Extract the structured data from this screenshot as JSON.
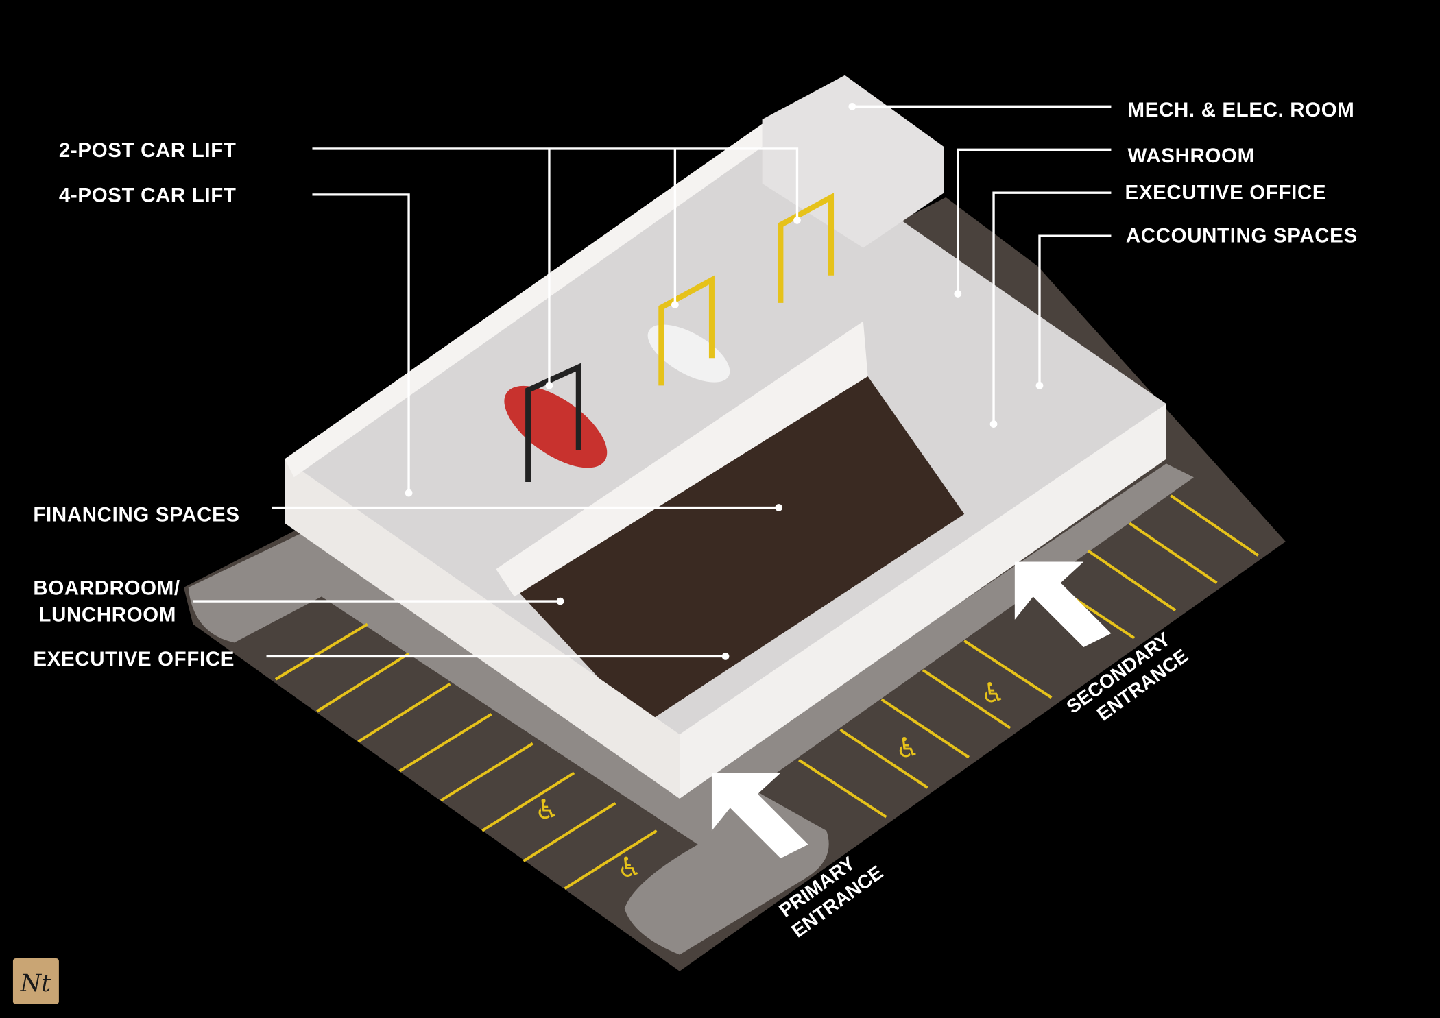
{
  "labels": {
    "two_post_lift": "2-POST CAR LIFT",
    "four_post_lift": "4-POST CAR LIFT",
    "financing": "FINANCING SPACES",
    "boardroom_line1": "BOARDROOM/",
    "boardroom_line2": "LUNCHROOM",
    "exec_office_left": "EXECUTIVE OFFICE",
    "mech_elec": "MECH. & ELEC. ROOM",
    "washroom": "WASHROOM",
    "exec_office_right": "EXECUTIVE OFFICE",
    "accounting": "ACCOUNTING SPACES"
  },
  "entrances": {
    "primary_line1": "PRIMARY",
    "primary_line2": "ENTRANCE",
    "secondary_line1": "SECONDARY",
    "secondary_line2": "ENTRANCE"
  },
  "logo": {
    "text": "Nt"
  },
  "colors": {
    "background": "#000000",
    "pavement": "#4a423d",
    "sidewalk": "#8f8a87",
    "stripe": "#e6c21a",
    "logo": "#c9a574"
  }
}
